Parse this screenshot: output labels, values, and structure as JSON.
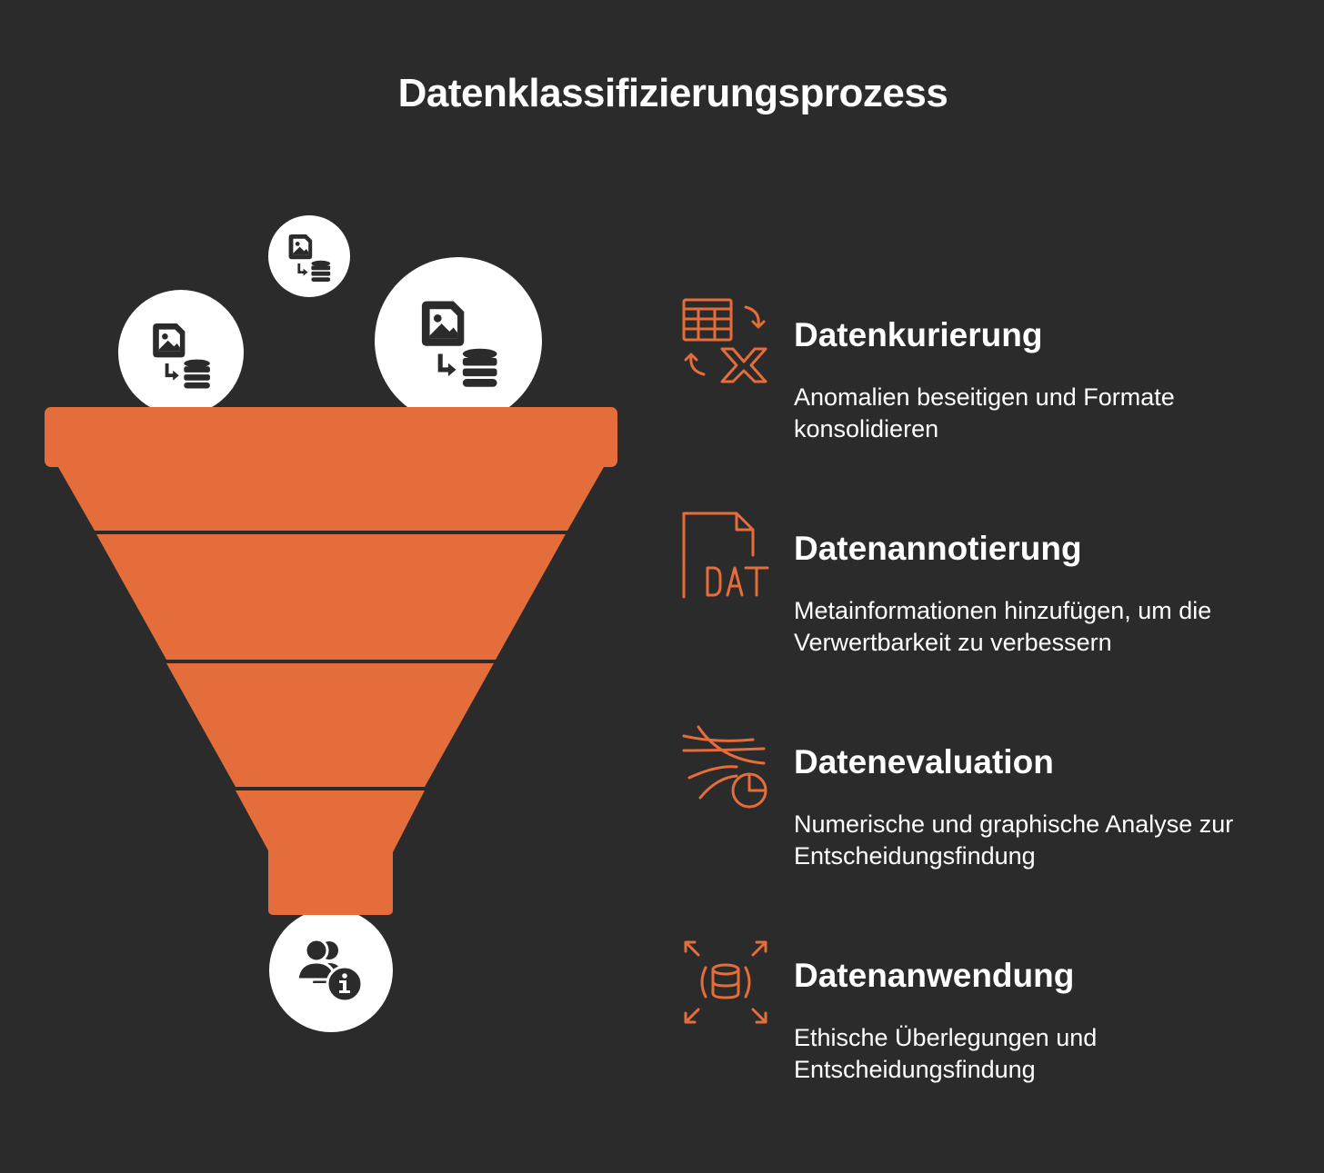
{
  "title": "Datenklassifizierungsprozess",
  "colors": {
    "background": "#2b2b2b",
    "accent": "#e56d3b",
    "text": "#ffffff",
    "circle": "#ffffff",
    "icon_dark": "#2b2b2b"
  },
  "input_icons": [
    "image-to-database-icon",
    "image-to-database-icon",
    "image-to-database-icon"
  ],
  "output_icon": "users-info-icon",
  "steps": [
    {
      "title": "Datenkurierung",
      "description": "Anomalien beseitigen und Formate konsolidieren",
      "icon": "table-transform-icon"
    },
    {
      "title": "Datenannotierung",
      "description": "Metainformationen hinzufügen, um die Verwertbarkeit zu verbessern",
      "icon": "dat-file-icon"
    },
    {
      "title": "Datenevaluation",
      "description": "Numerische und graphische Analyse zur Entscheidungsfindung",
      "icon": "data-analysis-icon"
    },
    {
      "title": "Datenanwendung",
      "description": "Ethische Überlegungen und Entscheidungsfindung",
      "icon": "database-expand-icon"
    }
  ]
}
